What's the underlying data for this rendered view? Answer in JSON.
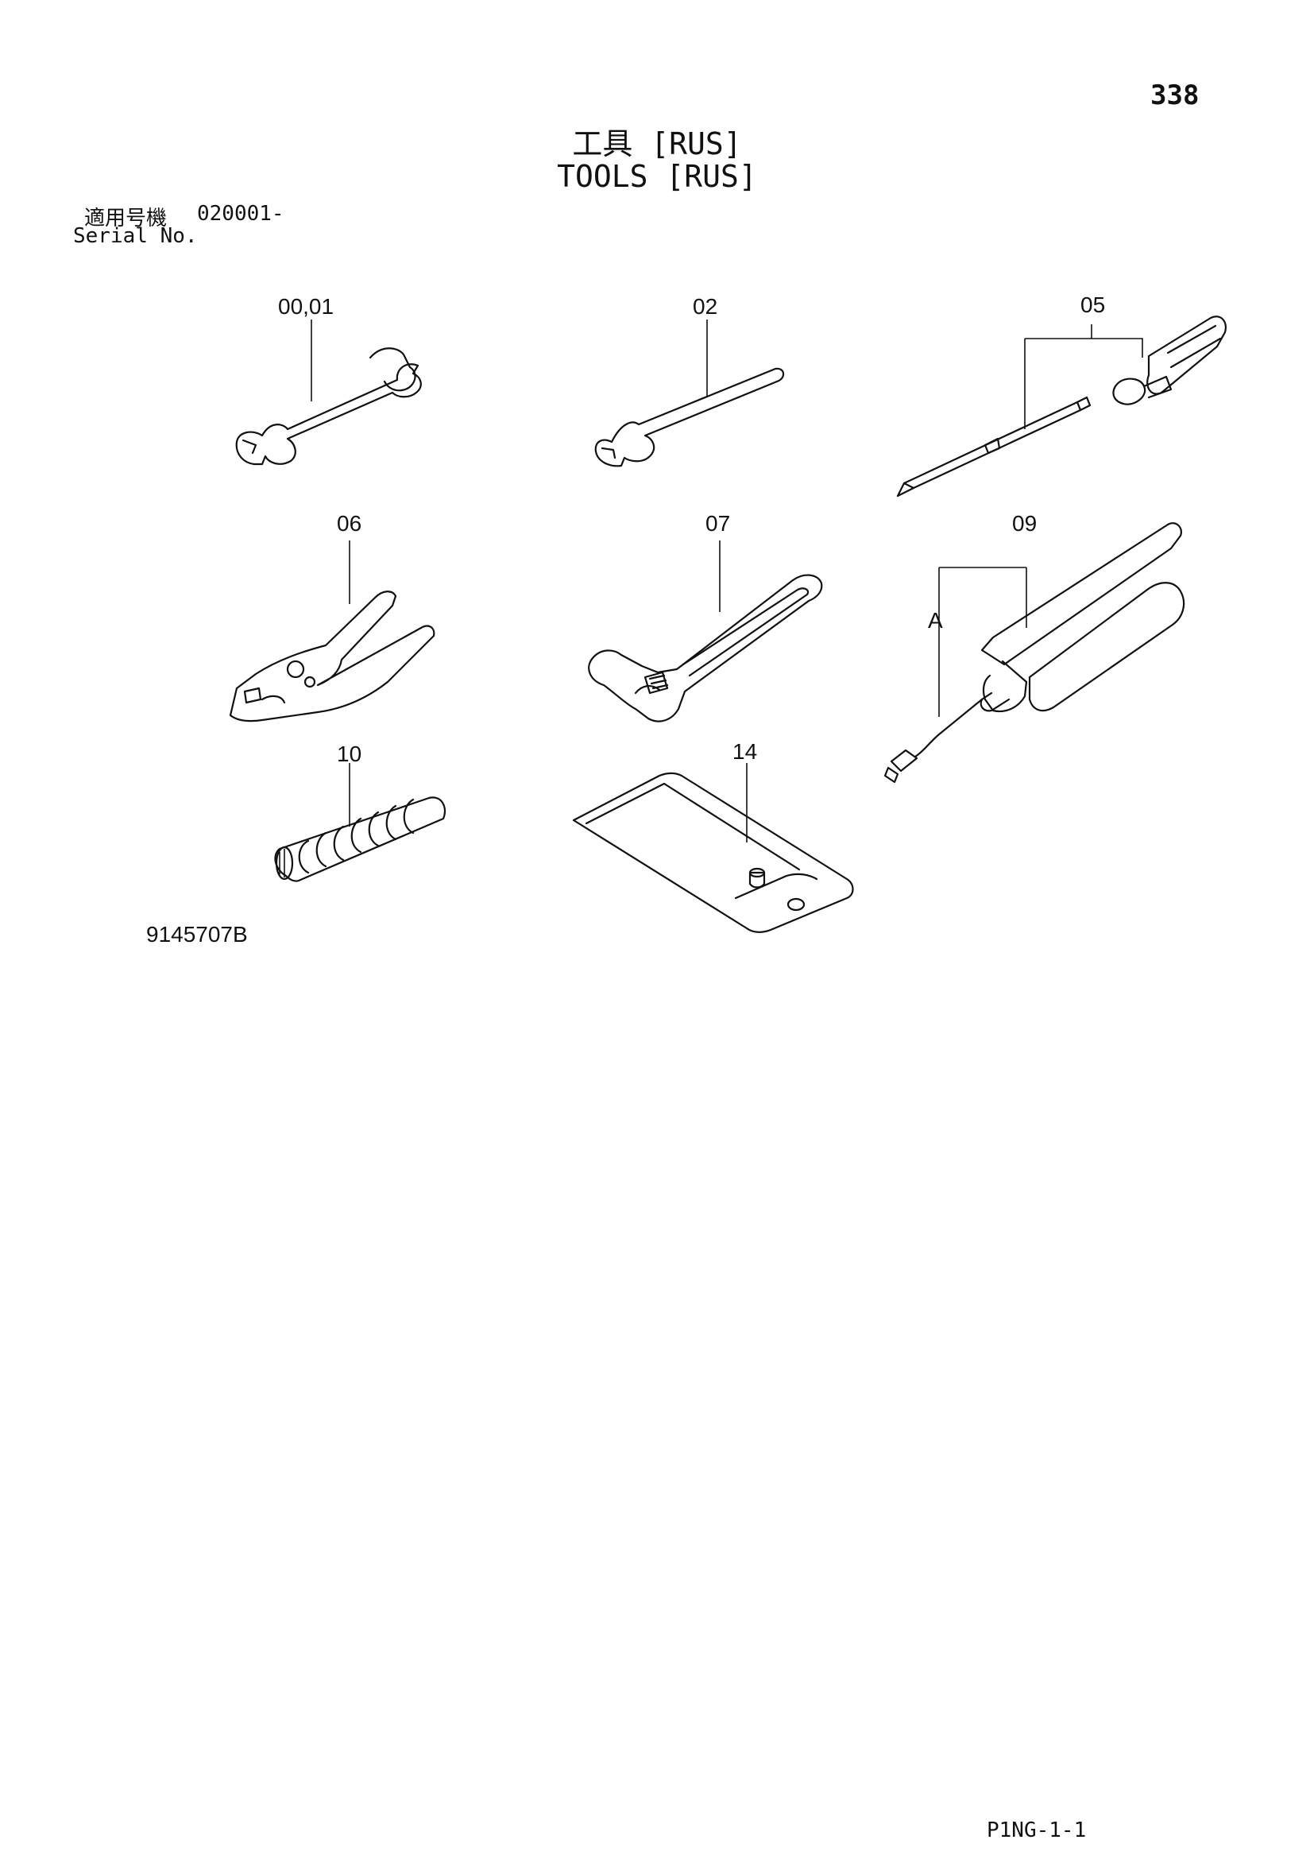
{
  "page": {
    "number": "338",
    "title_jp": "工具 [RUS]",
    "title_en": "TOOLS [RUS]",
    "serial_label_jp": "適用号機",
    "serial_value": "020001-",
    "serial_label_en": "Serial No.",
    "figure_code": "9145707B",
    "footer_code": "P1NG-1-1"
  },
  "callouts": {
    "c0001": "00,01",
    "c02": "02",
    "c05": "05",
    "c06": "06",
    "c07": "07",
    "c09": "09",
    "cA": "A",
    "c10": "10",
    "c14": "14"
  }
}
